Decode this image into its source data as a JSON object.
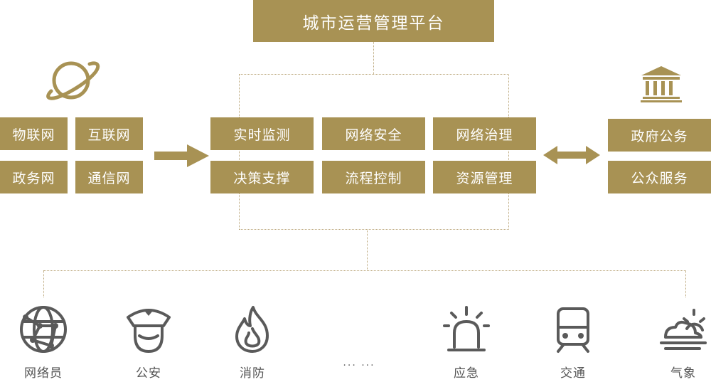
{
  "title": "城市运营管理平台",
  "left_sources": [
    "物联网",
    "互联网",
    "政务网",
    "通信网"
  ],
  "center_functions": [
    "实时监测",
    "网络安全",
    "网络治理",
    "决策支撑",
    "流程控制",
    "资源管理"
  ],
  "right_services": [
    "政府公务",
    "公众服务"
  ],
  "departments": [
    {
      "label": "网络员",
      "icon": "globe-network-icon"
    },
    {
      "label": "公安",
      "icon": "police-icon"
    },
    {
      "label": "消防",
      "icon": "fire-icon"
    },
    {
      "label": "应急",
      "icon": "emergency-light-icon"
    },
    {
      "label": "交通",
      "icon": "train-icon"
    },
    {
      "label": "气象",
      "icon": "weather-icon"
    }
  ],
  "ellipsis": "··· ···",
  "colors": {
    "box": "#a89254",
    "box_text": "#ffffff",
    "connector": "#b9a477",
    "icon_gray": "#5a5a5a",
    "label_gray": "#555555"
  }
}
